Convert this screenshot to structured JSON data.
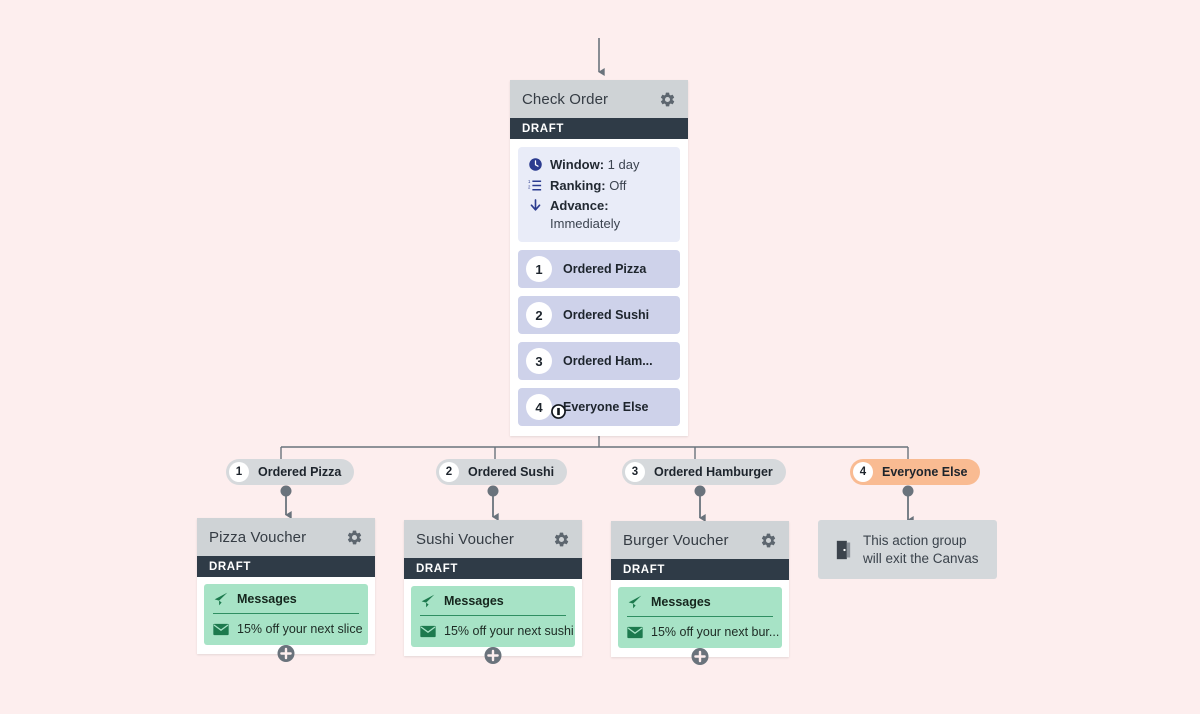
{
  "theme": {
    "canvas_bg": "#fdeeee",
    "header_gray": "#cfd3d6",
    "status_dark": "#2f3b47",
    "meta_lavender": "#e9ecf8",
    "branch_lavender": "#ced2ea",
    "pill_gray": "#d6d9dc",
    "pill_highlight": "#f9bb92",
    "message_green": "#a7e3c6",
    "wire_gray": "#6a737c"
  },
  "check_order": {
    "title": "Check Order",
    "gear_icon": "gear-icon",
    "status": "DRAFT",
    "meta": [
      {
        "icon": "clock-icon",
        "label": "Window:",
        "value": "1 day"
      },
      {
        "icon": "ranking-list-icon",
        "label": "Ranking:",
        "value": "Off"
      },
      {
        "icon": "down-arrow-icon",
        "label": "Advance:",
        "value": "Immediately"
      }
    ],
    "branches": [
      {
        "num": "1",
        "label": "Ordered Pizza"
      },
      {
        "num": "2",
        "label": "Ordered Sushi"
      },
      {
        "num": "3",
        "label": "Ordered Ham..."
      },
      {
        "num": "4",
        "label": "Everyone Else"
      }
    ]
  },
  "pills": [
    {
      "num": "1",
      "label": "Ordered Pizza",
      "highlighted": false
    },
    {
      "num": "2",
      "label": "Ordered Sushi",
      "highlighted": false
    },
    {
      "num": "3",
      "label": "Ordered Hamburger",
      "highlighted": false
    },
    {
      "num": "4",
      "label": "Everyone Else",
      "highlighted": true
    }
  ],
  "vouchers": [
    {
      "title": "Pizza Voucher",
      "status": "DRAFT",
      "group_label": "Messages",
      "message": "15% off your next slice",
      "gear_icon": "gear-icon",
      "send_icon": "paper-plane-icon",
      "mail_icon": "envelope-icon",
      "add_icon": "plus-circle-icon"
    },
    {
      "title": "Sushi Voucher",
      "status": "DRAFT",
      "group_label": "Messages",
      "message": "15% off your next sushi",
      "gear_icon": "gear-icon",
      "send_icon": "paper-plane-icon",
      "mail_icon": "envelope-icon",
      "add_icon": "plus-circle-icon"
    },
    {
      "title": "Burger Voucher",
      "status": "DRAFT",
      "group_label": "Messages",
      "message": "15% off your next bur...",
      "gear_icon": "gear-icon",
      "send_icon": "paper-plane-icon",
      "mail_icon": "envelope-icon",
      "add_icon": "plus-circle-icon"
    }
  ],
  "exit_note": {
    "icon": "exit-door-icon",
    "text": "This action group will exit the Canvas"
  },
  "cursor": {
    "icon": "cursor-pointer-icon"
  }
}
